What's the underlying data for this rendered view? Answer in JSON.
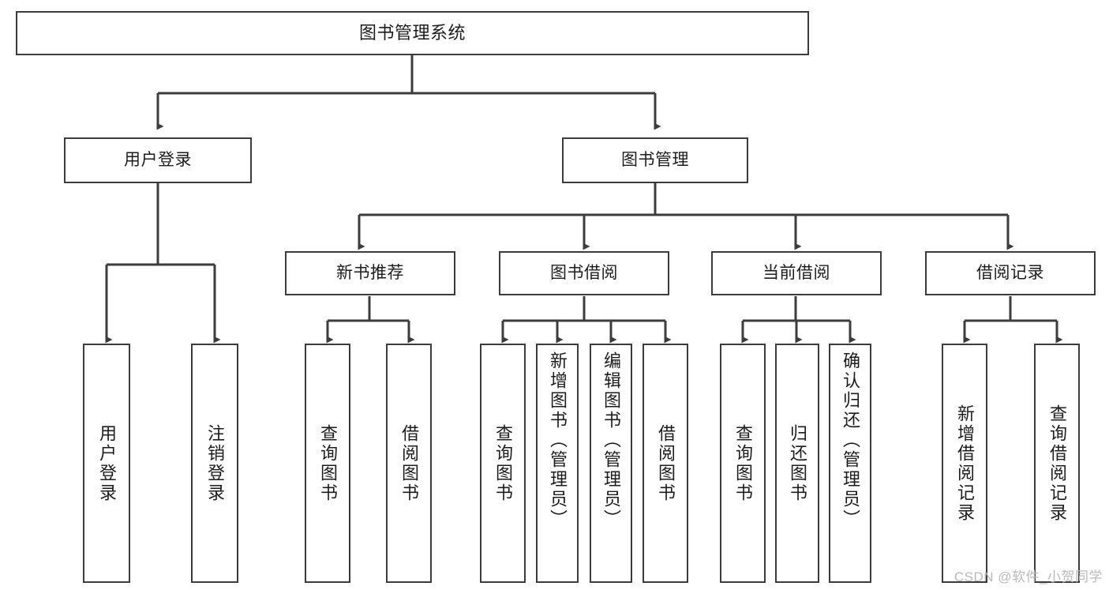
{
  "diagram": {
    "title": "图书管理系统",
    "type": "tree-hierarchy",
    "orientation": "top-down",
    "line_color": "#3c3c3c",
    "background_color": "#ffffff"
  },
  "root": {
    "label": "图书管理系统"
  },
  "level2": [
    {
      "label": "用户登录"
    },
    {
      "label": "图书管理"
    }
  ],
  "level3": [
    {
      "label": "新书推荐"
    },
    {
      "label": "图书借阅"
    },
    {
      "label": "当前借阅"
    },
    {
      "label": "借阅记录"
    }
  ],
  "leaves": {
    "user_login": [
      {
        "label": "用户登录"
      },
      {
        "label": "注销登录"
      }
    ],
    "new_book_recommend": [
      {
        "label": "查询图书"
      },
      {
        "label": "借阅图书"
      }
    ],
    "book_borrow": [
      {
        "label": "查询图书"
      },
      {
        "label": "新增图书（管理员）"
      },
      {
        "label": "编辑图书（管理员）"
      },
      {
        "label": "借阅图书"
      }
    ],
    "current_borrow": [
      {
        "label": "查询图书"
      },
      {
        "label": "归还图书"
      },
      {
        "label": "确认归还（管理员）"
      }
    ],
    "borrow_record": [
      {
        "label": "新增借阅记录"
      },
      {
        "label": "查询借阅记录"
      }
    ]
  },
  "watermark": {
    "text": "CSDN @软件_小贺同学"
  }
}
